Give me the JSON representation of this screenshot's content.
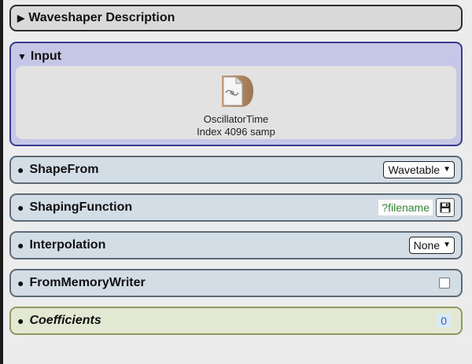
{
  "panels": {
    "description": {
      "title": "Waveshaper Description",
      "expander": "collapsed-triangle-icon"
    },
    "input": {
      "title": "Input",
      "expander": "expanded-triangle-icon",
      "source_name": "OscillatorTime",
      "source_detail": "Index 4096 samp",
      "icon": "document-icon"
    },
    "shape_from": {
      "label": "ShapeFrom",
      "value": "Wavetable"
    },
    "shaping_function": {
      "label": "ShapingFunction",
      "value": "?filename",
      "icon": "save-icon"
    },
    "interpolation": {
      "label": "Interpolation",
      "value": "None"
    },
    "from_memory_writer": {
      "label": "FromMemoryWriter",
      "checked": false
    },
    "coefficients": {
      "label": "Coefficients",
      "value": "0"
    }
  },
  "colors": {
    "input_border": "#3b3b8d",
    "input_bg": "#c6c6e6",
    "param_bg": "#d2dde6",
    "coefficients_bg": "#e3e8d2",
    "filename_text": "#2f8a2f",
    "number_text": "#2a5bd6"
  }
}
